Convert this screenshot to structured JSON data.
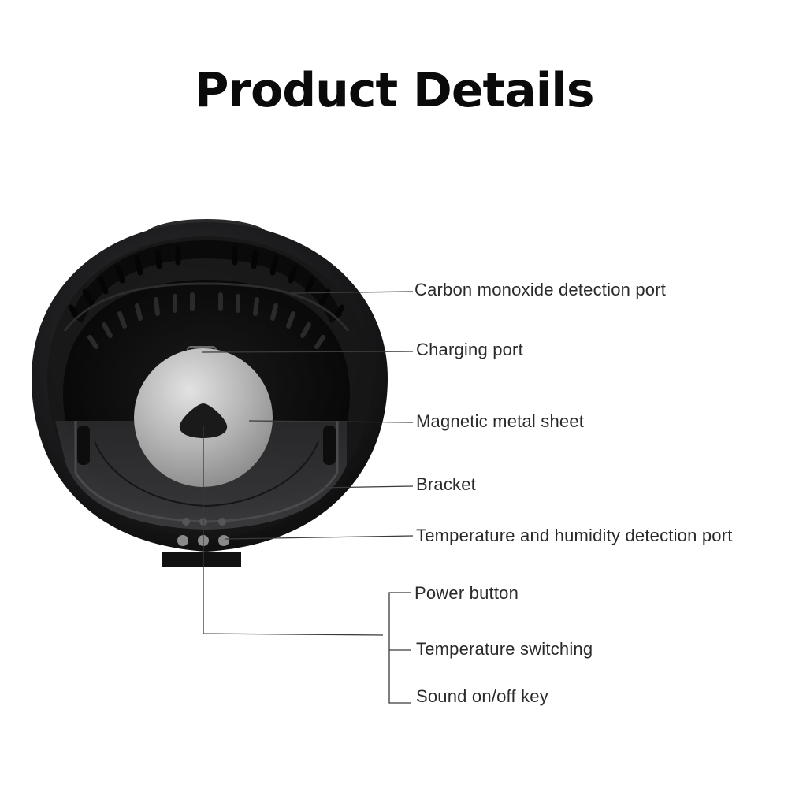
{
  "header": {
    "title": "Product Details"
  },
  "callouts": {
    "co_port": "Carbon monoxide detection port",
    "charging_port": "Charging port",
    "magnetic_sheet": "Magnetic metal sheet",
    "bracket": "Bracket",
    "temp_humidity_port": "Temperature and humidity detection port",
    "power_button": "Power button",
    "temp_switching": "Temperature switching",
    "sound_key": "Sound on/off key"
  },
  "colors": {
    "device_body": "#1c1c1e",
    "device_face": "#0b0b0c",
    "metal_sheet": "#b9b9b9",
    "leader_line": "#3a3a3a",
    "text": "#2a2a2a"
  }
}
